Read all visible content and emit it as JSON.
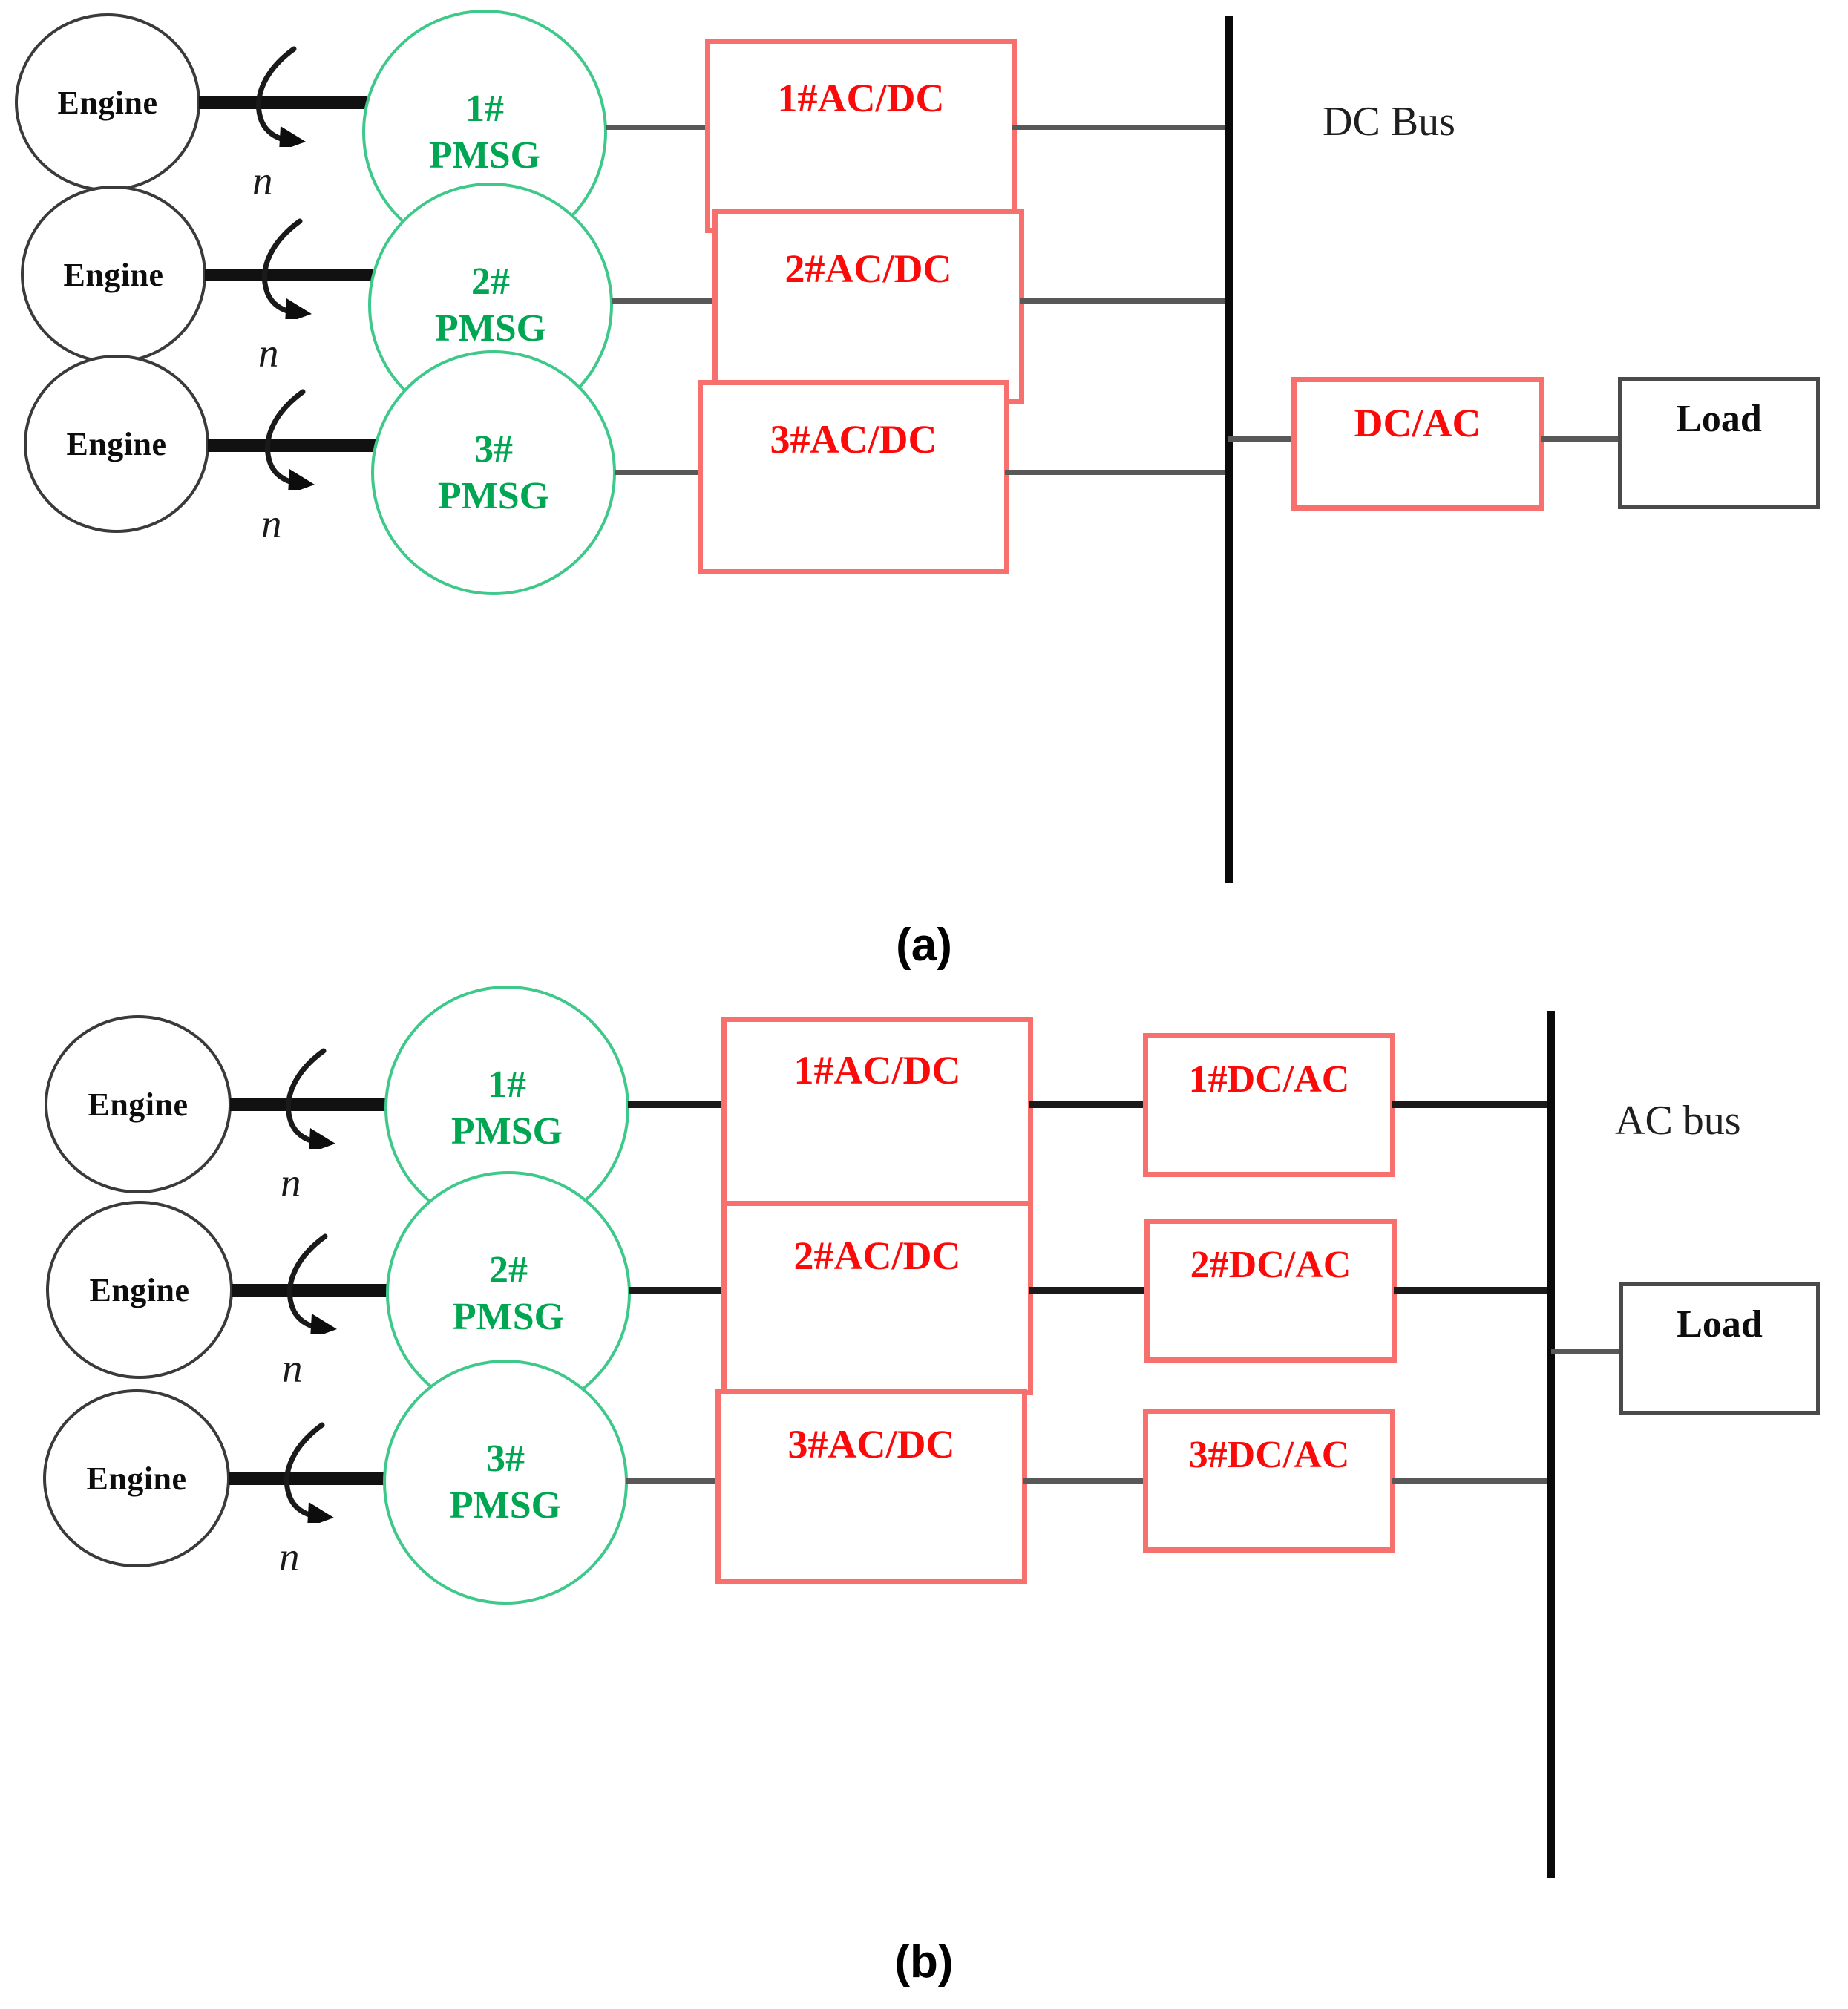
{
  "figure": {
    "panels": [
      {
        "id": "a",
        "caption": "(a)",
        "bus_label": "DC Bus",
        "rows": [
          {
            "engine": "Engine",
            "speed_symbol": "n",
            "pmsg_line1": "1#",
            "pmsg_line2": "PMSG",
            "converter1": "1#AC/DC"
          },
          {
            "engine": "Engine",
            "speed_symbol": "n",
            "pmsg_line1": "2#",
            "pmsg_line2": "PMSG",
            "converter1": "2#AC/DC"
          },
          {
            "engine": "Engine",
            "speed_symbol": "n",
            "pmsg_line1": "3#",
            "pmsg_line2": "PMSG",
            "converter1": "3#AC/DC"
          }
        ],
        "inverter": "DC/AC",
        "load": "Load"
      },
      {
        "id": "b",
        "caption": "(b)",
        "bus_label": "AC bus",
        "rows": [
          {
            "engine": "Engine",
            "speed_symbol": "n",
            "pmsg_line1": "1#",
            "pmsg_line2": "PMSG",
            "converter1": "1#AC/DC",
            "converter2": "1#DC/AC"
          },
          {
            "engine": "Engine",
            "speed_symbol": "n",
            "pmsg_line1": "2#",
            "pmsg_line2": "PMSG",
            "converter1": "2#AC/DC",
            "converter2": "2#DC/AC"
          },
          {
            "engine": "Engine",
            "speed_symbol": "n",
            "pmsg_line1": "3#",
            "pmsg_line2": "PMSG",
            "converter1": "3#AC/DC",
            "converter2": "3#DC/AC"
          }
        ],
        "load": "Load"
      }
    ],
    "colors": {
      "pmsg_green": "#00a651",
      "pmsg_circle_green": "#3ec98a",
      "converter_red_text": "#fb0a0a",
      "converter_red_border": "#f8706e",
      "bus_black": "#0a0a0a",
      "wire_gray": "#585858",
      "engine_outline": "#3a3a3a",
      "load_outline": "#4a4a4a"
    }
  }
}
